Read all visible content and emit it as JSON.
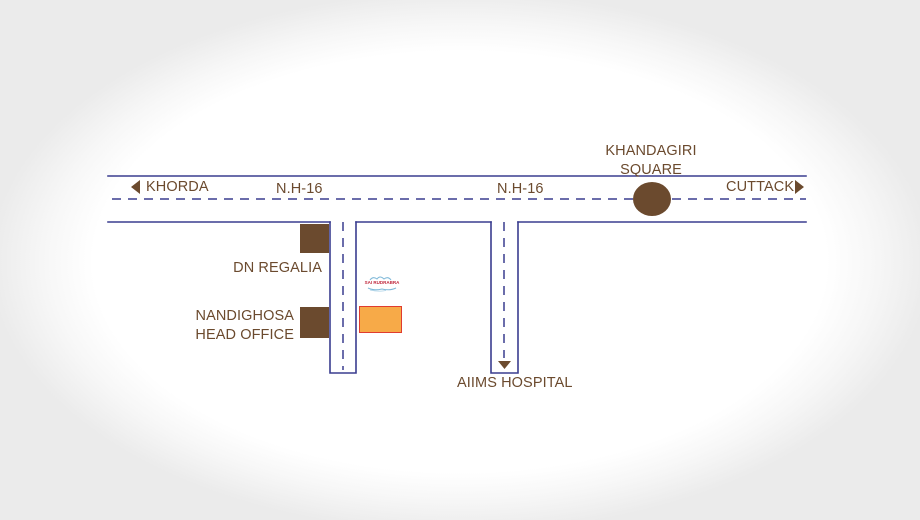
{
  "map": {
    "colors": {
      "road": "#3a3d8f",
      "label": "#6b4a2e",
      "building": "#6b4a2e",
      "site_fill": "#f7aa48",
      "site_border": "#e03c2f"
    },
    "labels": {
      "khorda": "KHORDA",
      "nh16_left": "N.H-16",
      "nh16_right": "N.H-16",
      "khandagiri_line1": "KHANDAGIRI",
      "khandagiri_line2": "SQUARE",
      "cuttack": "CUTTACK",
      "dn_regalia": "DN REGALIA",
      "nandighosa_line1": "NANDIGHOSA",
      "nandighosa_line2": "HEAD OFFICE",
      "aiims": "AIIMS HOSPITAL",
      "site_logo": "SAI RUDRABRA"
    },
    "icons": {
      "left": "left-arrow-icon",
      "right": "right-arrow-icon",
      "down": "down-arrow-icon",
      "logo": "cloud-logo-icon"
    }
  }
}
